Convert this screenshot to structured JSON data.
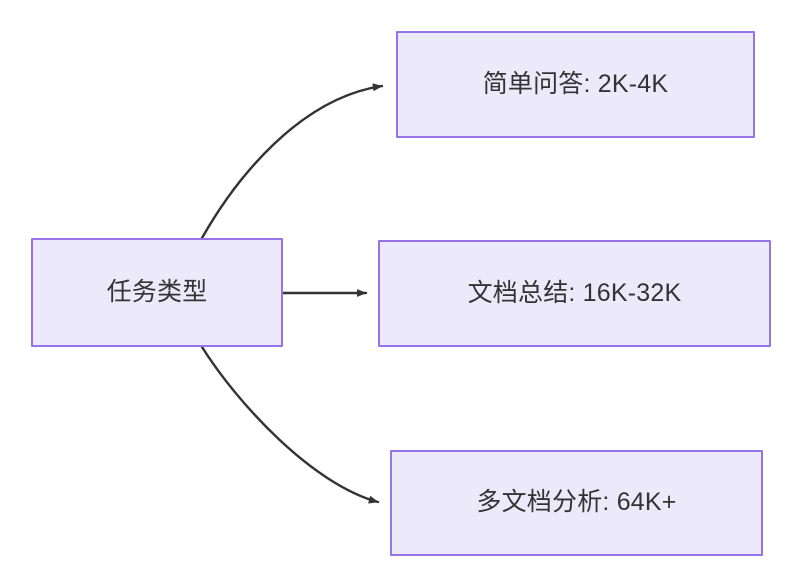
{
  "diagram": {
    "type": "flowchart",
    "direction": "left-to-right",
    "background_color": "#ffffff",
    "node_fill_color": "#ece9fb",
    "node_border_color": "#9673e6",
    "node_text_color": "#333333",
    "edge_color": "#333333",
    "nodes": [
      {
        "id": "root",
        "label": "任务类型",
        "role": "source"
      },
      {
        "id": "simple-qa",
        "label": "简单问答: 2K-4K",
        "role": "target"
      },
      {
        "id": "doc-summary",
        "label": "文档总结: 16K-32K",
        "role": "target"
      },
      {
        "id": "multi-doc",
        "label": "多文档分析: 64K+",
        "role": "target"
      }
    ],
    "edges": [
      {
        "id": "edge-root-simple-qa",
        "from": "root",
        "to": "simple-qa",
        "style": "curved",
        "arrowhead": "solid-triangle",
        "label": ""
      },
      {
        "id": "edge-root-doc-summary",
        "from": "root",
        "to": "doc-summary",
        "style": "straight",
        "arrowhead": "solid-triangle",
        "label": ""
      },
      {
        "id": "edge-root-multi-doc",
        "from": "root",
        "to": "multi-doc",
        "style": "curved",
        "arrowhead": "solid-triangle",
        "label": ""
      }
    ]
  }
}
